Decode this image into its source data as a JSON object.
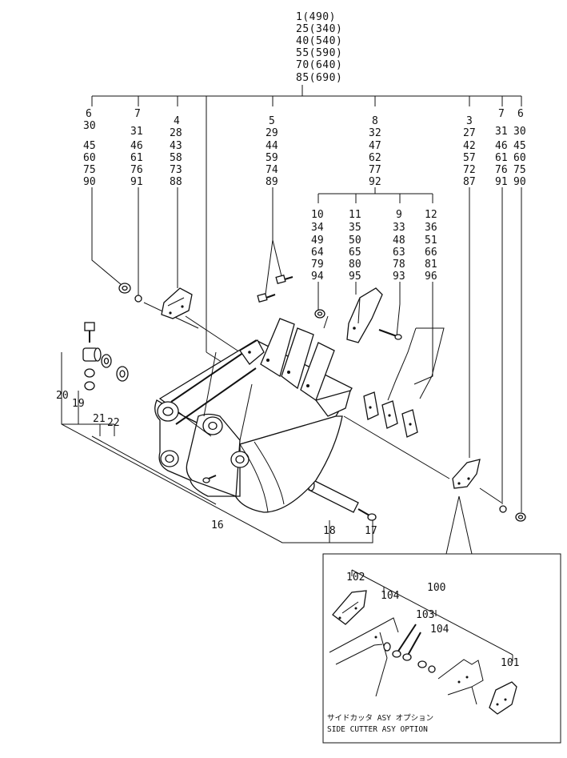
{
  "top_group": [
    "1(490)",
    "25(340)",
    "40(540)",
    "55(590)",
    "70(640)",
    "85(690)"
  ],
  "columns": {
    "c6a": [
      "6",
      "30",
      "45",
      "60",
      "75",
      "90"
    ],
    "c7a": [
      "7",
      "31",
      "46",
      "61",
      "76",
      "91"
    ],
    "c4": [
      "4",
      "28",
      "43",
      "58",
      "73",
      "88"
    ],
    "c5": [
      "5",
      "29",
      "44",
      "59",
      "74",
      "89"
    ],
    "c8": [
      "8",
      "32",
      "47",
      "62",
      "77",
      "92"
    ],
    "c3": [
      "3",
      "27",
      "42",
      "57",
      "72",
      "87"
    ],
    "c7b": [
      "7",
      "31",
      "46",
      "61",
      "76",
      "91"
    ],
    "c6b": [
      "6",
      "30",
      "45",
      "60",
      "75",
      "90"
    ],
    "c10": [
      "10",
      "34",
      "49",
      "64",
      "79",
      "94"
    ],
    "c11": [
      "11",
      "35",
      "50",
      "65",
      "80",
      "95"
    ],
    "c9": [
      "9",
      "33",
      "48",
      "63",
      "78",
      "93"
    ],
    "c12": [
      "12",
      "36",
      "51",
      "66",
      "81",
      "96"
    ]
  },
  "callouts": {
    "n16": "16",
    "n17": "17",
    "n18": "18",
    "n19": "19",
    "n20": "20",
    "n21": "21",
    "n22": "22",
    "n100": "100",
    "n101": "101",
    "n102": "102",
    "n103": "103",
    "n104a": "104",
    "n104b": "104"
  },
  "caption": {
    "jp": "サイドカッタ ASY オプション",
    "en": "SIDE CUTTER ASY OPTION"
  }
}
